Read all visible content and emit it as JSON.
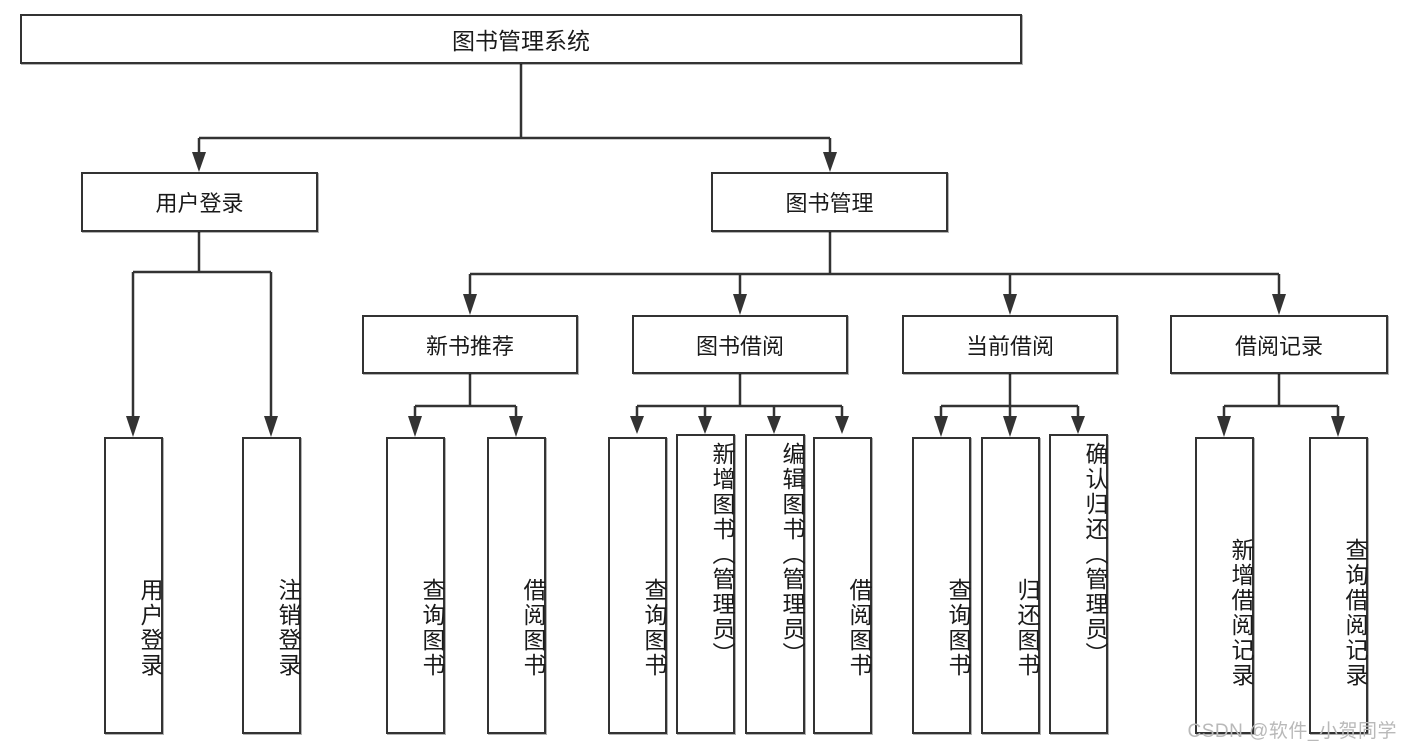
{
  "diagram": {
    "type": "tree-hierarchy",
    "title": "图书管理系统",
    "watermark": "CSDN @软件_小贺同学",
    "colors": {
      "border": "#333333",
      "background": "#ffffff",
      "text": "#1a1a1a",
      "watermark": "#b9b9b9"
    },
    "root": {
      "label": "图书管理系统"
    },
    "level2": [
      {
        "label": "用户登录"
      },
      {
        "label": "图书管理"
      }
    ],
    "level3": [
      {
        "label": "新书推荐"
      },
      {
        "label": "图书借阅"
      },
      {
        "label": "当前借阅"
      },
      {
        "label": "借阅记录"
      }
    ],
    "leaves": {
      "user_login": [
        {
          "label": "用户登录"
        },
        {
          "label": "注销登录"
        }
      ],
      "new_book_recommend": [
        {
          "label": "查询图书"
        },
        {
          "label": "借阅图书"
        }
      ],
      "book_borrow": [
        {
          "label": "查询图书"
        },
        {
          "label": "新增图书（管理员）"
        },
        {
          "label": "编辑图书（管理员）"
        },
        {
          "label": "借阅图书"
        }
      ],
      "current_borrow": [
        {
          "label": "查询图书"
        },
        {
          "label": "归还图书"
        },
        {
          "label": "确认归还（管理员）"
        }
      ],
      "borrow_record": [
        {
          "label": "新增借阅记录"
        },
        {
          "label": "查询借阅记录"
        }
      ]
    }
  }
}
